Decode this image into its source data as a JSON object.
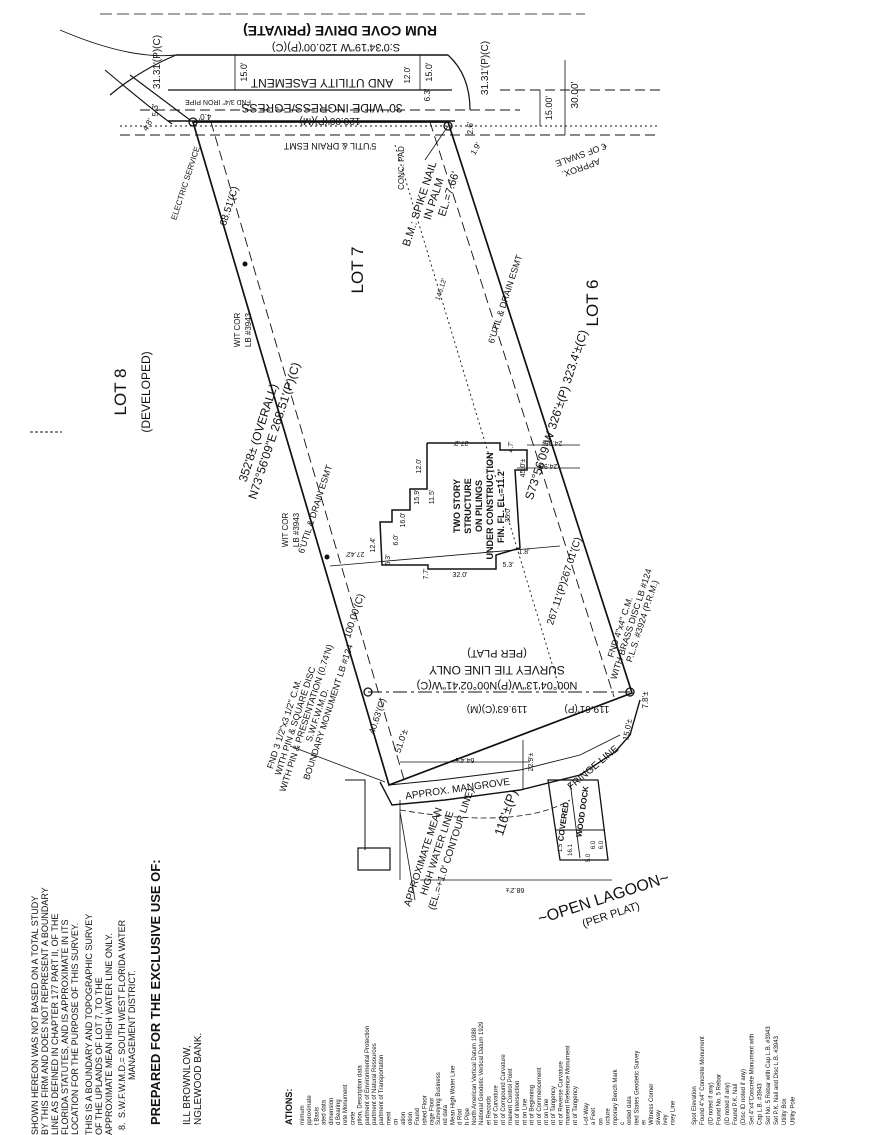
{
  "road": {
    "name": "RUM COVE DRIVE (PRIVATE)",
    "bearing": "S:0'34'19\"W 120.00'(P)(C)",
    "easement_line1": "30' WIDE INGRESS/EGRESS",
    "easement_line2": "AND UTILITY EASEMENT",
    "rear_dim": "120.00'(P)(M)",
    "util_esmt": "5'UTIL & DRAIN ESMT",
    "curve_left": "31.31'(P)(C)",
    "curve_right": "31.31'(P)(C)",
    "dim_30": "30.00'",
    "dim_15": "15.00'",
    "dim_15a": "15.0'",
    "dim_15b": "15.0'",
    "dim_120": "12.0'",
    "dim_40": "4.0'",
    "swale": "APPROX.",
    "swale2": "€ OF SWALE",
    "fnd_pipe": "FND 3/4\" IRON PIPE",
    "dim_53": "5.3'",
    "dim_26": "2.6'",
    "dim_19": "1.9'",
    "dim_48": "4.8'",
    "dim_63": "6.3'"
  },
  "lots": {
    "lot8": "LOT 8",
    "lot8_sub": "(DEVELOPED)",
    "lot7": "LOT 7",
    "lot6": "LOT 6"
  },
  "north_line": {
    "overall": "352'8± (OVERALL)",
    "bearing": "N73°56'09\"E 268.51'(P)(C)",
    "seg_6851": "68.51'(C)",
    "seg_100": "100.00'(C)",
    "seg_5100": "51.0'±",
    "seg_4063": "40.63'(C)",
    "util": "6'UTIL & DRAIN ESMT",
    "wit_cor": "WIT COR",
    "wit_lb": "LB #3943",
    "wit_cor2": "WIT COR",
    "wit_lb2": "LB #3943",
    "electric": "ELECTRIC SERVICE"
  },
  "south_line": {
    "bearing": "S73°56'09\"W 326'±(P) 323.4'±(C)",
    "seg_267": "267.11'(P)267.01'(C)",
    "util": "6'UTIL & DRAIN ESMT",
    "dim_2498a": "24.98'",
    "dim_2498b": "24.98'",
    "dim_15012": "146.12'",
    "dim_450": "45.0'±"
  },
  "benchmark": {
    "line1": "B.M.: SPIKE NAIL",
    "line2": "IN PALM",
    "line3": "EL.=7.66'",
    "pad": "CONC. PAD"
  },
  "structure": {
    "line1": "TWO STORY",
    "line2": "STRUCTURE",
    "line3": "ON PILINGS",
    "line4": "UNDER CONSTRUCTION",
    "line5": "FIN. FL. EL.=11.2'",
    "d_32": "32.0'",
    "d_27": "27.2'",
    "d_12": "12.0'",
    "d_16": "16.0'",
    "d_159": "15.9'",
    "d_115": "11.5'",
    "d_350": "35.0'",
    "d_77": "7.7'",
    "d_124": "12.4'",
    "d_2742": "27.42'",
    "d_53": "5.3'",
    "d_18": "1.8'",
    "d_47": "4.7'",
    "d_60": "6.0'",
    "d_53b": "5.3'"
  },
  "survey_tie": {
    "label": "SURVEY TIE LINE ONLY",
    "per_plat": "(PER PLAT)",
    "bearing": "N00°04'13\"W(P)N00°02'41\"W(C)",
    "dist_c": "119.63'(C)(M)",
    "dist_p": "119.61'(P)"
  },
  "monuments": {
    "west_1": "FND 3 1/2\"x3 1/2\" C.M.",
    "west_2": "WITH PIN & SQUARE DISC",
    "west_3": "WITH PIN & PRESENTATION (0.74'N)",
    "west_4": "S.W.F.W.M.D.",
    "west_5": "BOUNDARY MONUMENT  LB #124",
    "east_1": "FND 4\"x4\" C.M.",
    "east_2": "WITH BRASS DISC  LB #124",
    "east_3": "P.L.S. #3924 (P.R.M.)",
    "east_dim": "7.8'±",
    "east_dim2": "15.0'±"
  },
  "waterfront": {
    "mangrove": "APPROX. MANGROVE",
    "fringe": "FRINGE LINE",
    "mean1": "APPROXIMATE MEAN",
    "mean2": "HIGH WATER LINE",
    "mean3": "(EL.=+1.0' CONTOUR LINE)",
    "dist_116": "116'±(P)",
    "dist_644": "64.4'±",
    "dist_682": "68.2'±",
    "dist_229": "22.9'±",
    "dock1": "COVERED",
    "dock2": "WOOD DOCK",
    "dock3": "6.0",
    "dock4": "6.0",
    "dock5": "1.5",
    "dock6": "16.1",
    "dock7": "5.0",
    "lagoon": "~OPEN LAGOON~",
    "lagoon_sub": "(PER PLAT)"
  },
  "notes": {
    "n1": "SHOWN HEREON WAS NOT BASED ON A TOTAL STUDY",
    "n2": "BY THIS FIRM AND DOES NOT REPRESENT A BOUNDARY",
    "n3": "LINE AS DEFINED IN CHAPTER 177 PART II, OF THE",
    "n4": "FLORIDA STATUTES, AND IS APPROXIMATE IN ITS",
    "n5": "LOCATION FOR THE PURPOSE OF THIS SURVEY.",
    "n6": "THIS IS A BOUNDARY AND TOPOGRAPHIC SURVEY",
    "n7": "OF THE UPLANDS OF LOT 7, TO THE",
    "n8": "APPROXIMATE MEAN HIGH WATER LINE ONLY.",
    "n9": "S.W.F.W.M.D.= SOUTH WEST FLORIDA WATER",
    "n10": "MANAGEMENT DISTRICT.",
    "num": "8."
  },
  "prepared": {
    "heading": "PREPARED FOR THE EXCLUSIVE USE OF:",
    "p1": "ILL BROWNLOW,",
    "p2": "NGLEWOOD BANK."
  },
  "abbrev": {
    "heading": "ATIONS:",
    "col1": [
      "mimum",
      "pproximate",
      "t Basis",
      "ated data",
      "dimension",
      "d Bearing",
      "rete Monument",
      "crete",
      "ption, Description data",
      "partment of Environmental Protection",
      "partment of Natural Resources",
      "partment of Transportation",
      "ment",
      "cn",
      "ation",
      "otion",
      "Found",
      "ished Floor",
      "rage Floor"
    ],
    "col2": [
      "Surveying Business",
      "nd data",
      "Mean High Water Line",
      "d Rod",
      "h Pipe",
      "North American Vertical Datum 1988",
      "National Geodetic Vertical Datum 1929",
      "et Records",
      "nt of Curvature",
      "nt of Compound Curvature",
      "manent Control Point",
      "nt of Intersection",
      "nt on Line",
      "nt of Beginning",
      "nt of Commencement",
      "nt on Line",
      "nt of Tangency",
      "nt of Reverse Curvature",
      "manent Reference Monument",
      "nt of Tangency"
    ],
    "col3": [
      "i-of-Way",
      "a Feet",
      "on",
      "ucture",
      "mporary Bench Mark",
      "c",
      "orded data",
      "ited States Geodetic Survey",
      "er",
      "Witness Corner",
      "siway",
      "ivey",
      "rsey Line"
    ],
    "col4": [
      "Spot Elevation",
      "Found 4\"x4\" Concrete Monument",
      "(ID noted if any)",
      "Found No. 5 Rebar",
      "(ID noted if any)",
      "Found P.K. Nail",
      "(Disc ID noted if any)",
      "Set 4\"x4\"Concrete Monument with",
      "Cap L.B. #3943",
      "Set No. 5 Rebar with Cap L.B. #3943",
      "Set P.K. Nail and Disc L.B. #3943",
      "Utility Box",
      "Utility Pole"
    ]
  }
}
